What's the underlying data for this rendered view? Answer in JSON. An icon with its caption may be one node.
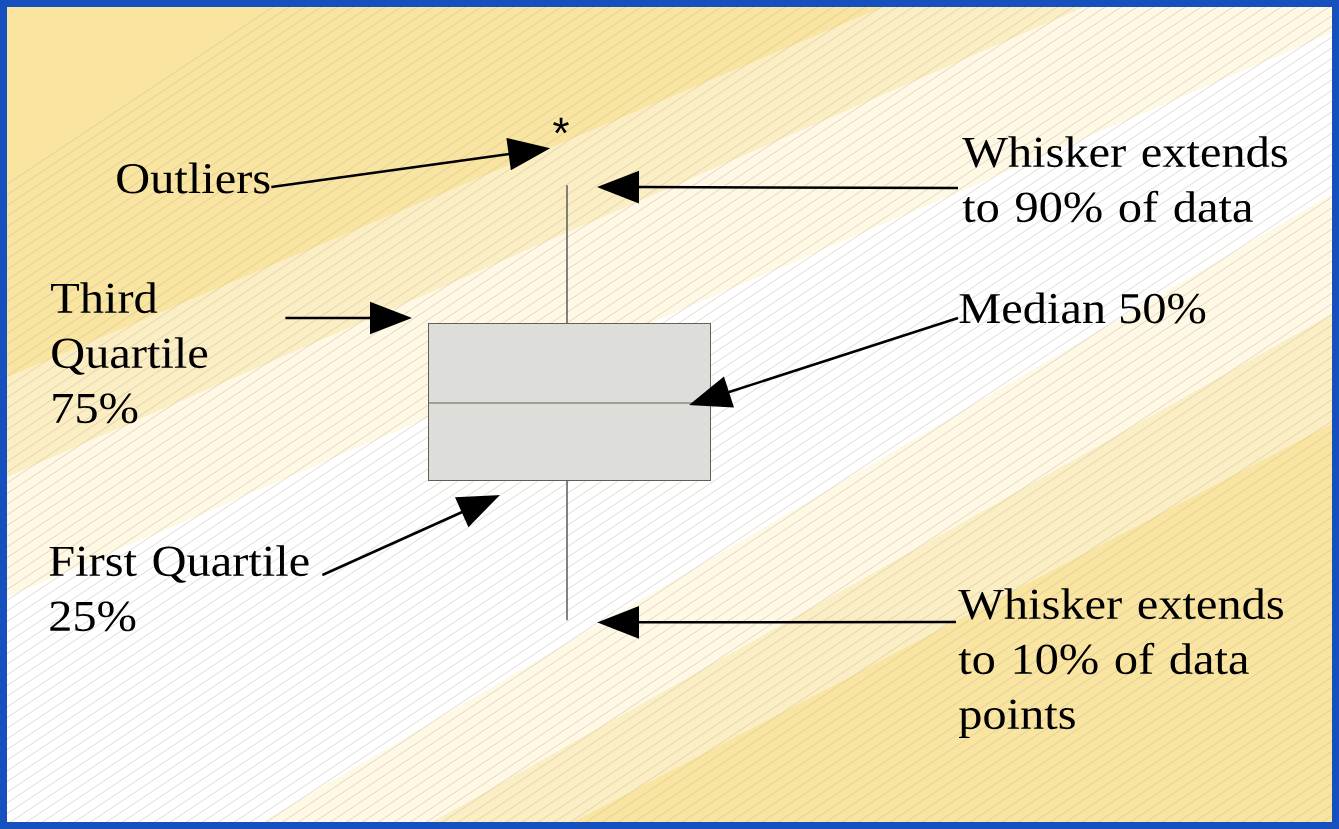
{
  "diagram": {
    "nodes": [
      {
        "text": [
          "Outliers"
        ]
      },
      {
        "text": [
          "*"
        ]
      },
      {
        "text": [
          "Whisker extends to 90% of data"
        ]
      },
      {
        "text": [],
        "shape": "line"
      },
      {
        "text": [
          "Third Quartile 75%"
        ]
      },
      {
        "text": [
          "Median 50%"
        ]
      },
      {
        "text": [],
        "shape": "box"
      },
      {
        "text": [
          "First Quartile 25%"
        ]
      },
      {
        "text": [
          "Whisker extends to 10% of data points"
        ]
      },
      {
        "text": [],
        "shape": "line"
      }
    ],
    "edges": [
      {
        "from": 0,
        "to": 1,
        "arrow": "to"
      },
      {
        "from": 2,
        "to": 3,
        "arrow": "to"
      },
      {
        "from": 4,
        "to": 6,
        "arrow": "to"
      },
      {
        "from": 5,
        "to": 6,
        "arrow": "to"
      },
      {
        "from": 7,
        "to": 6,
        "arrow": "to"
      },
      {
        "from": 8,
        "to": 9,
        "arrow": "to"
      }
    ]
  }
}
